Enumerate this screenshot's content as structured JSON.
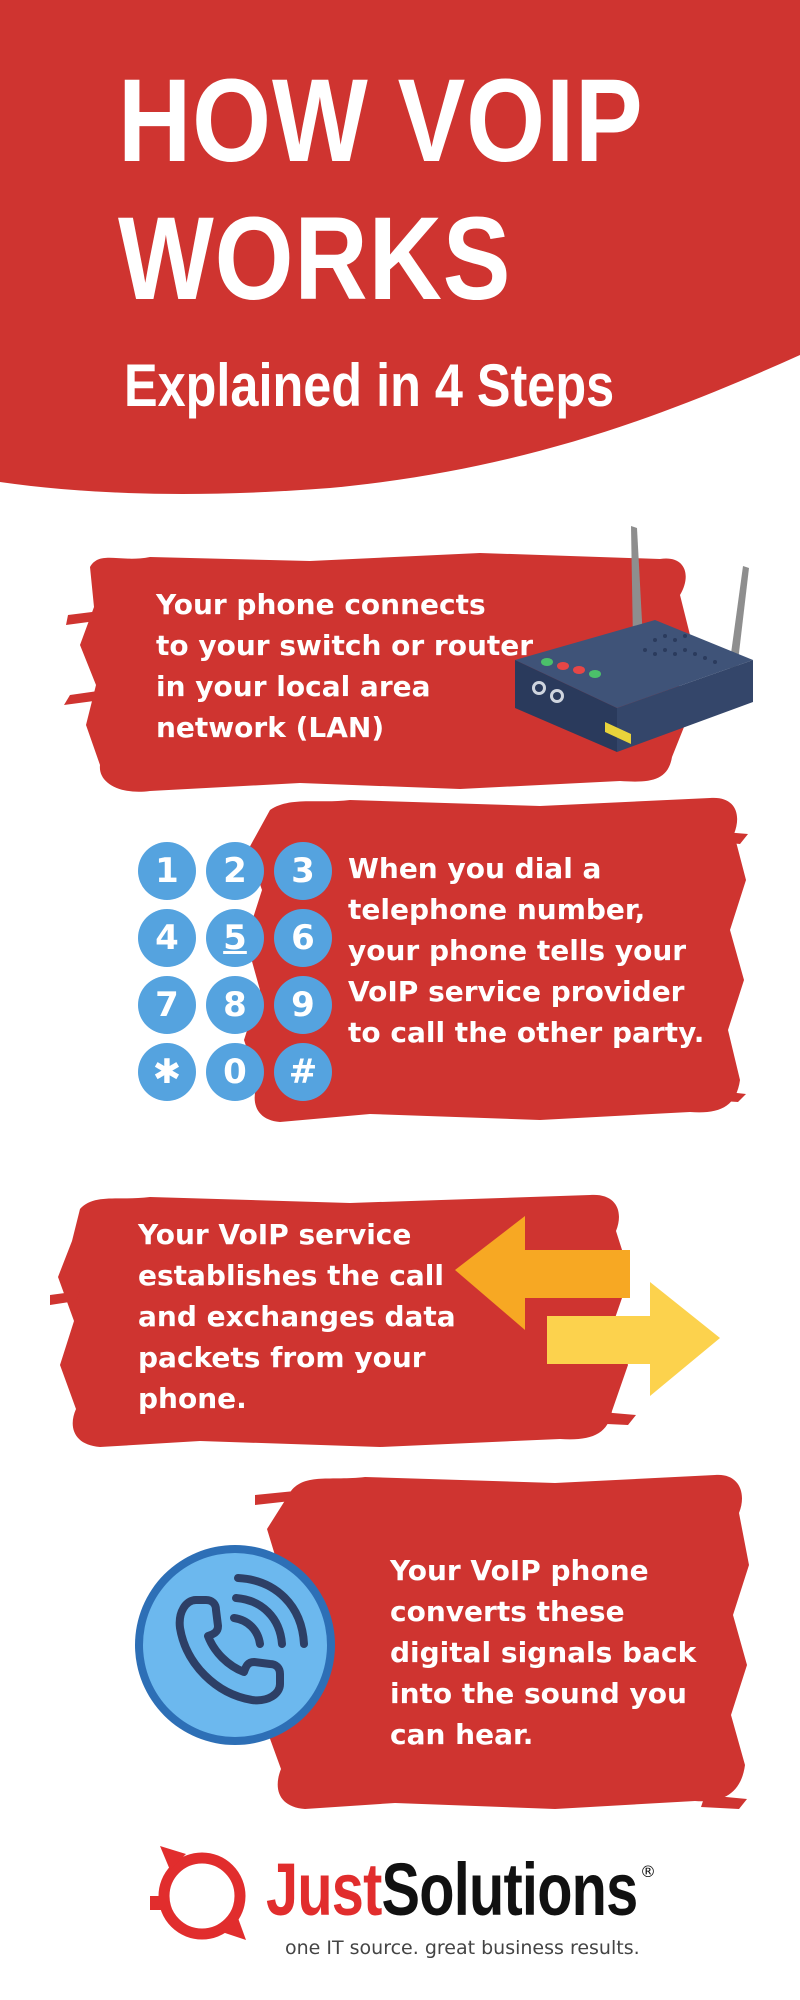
{
  "header": {
    "title_line1": "HOW VOIP",
    "title_line2": "WORKS",
    "subtitle": "Explained in 4 Steps"
  },
  "steps": [
    {
      "text": "Your phone connects\nto your switch or router\nin your local area\nnetwork (LAN)",
      "icon": "router-icon"
    },
    {
      "text": "When you dial a\ntelephone number,\nyour phone tells your\nVoIP service provider\nto call the other party.",
      "icon": "dial-keypad-icon"
    },
    {
      "text": "Your VoIP service\nestablishes the call\nand exchanges data\npackets from your\nphone.",
      "icon": "exchange-arrows-icon"
    },
    {
      "text": "Your VoIP phone\nconverts these\ndigital signals back\ninto the sound you\ncan hear.",
      "icon": "phone-call-icon"
    }
  ],
  "keypad": [
    "1",
    "2",
    "3",
    "4",
    "5",
    "6",
    "7",
    "8",
    "9",
    "✱",
    "0",
    "#"
  ],
  "footer": {
    "brand_part1": "Just",
    "brand_part2": "Solutions",
    "registered": "®",
    "tagline": "one IT source. great business results."
  },
  "colors": {
    "red": "#cf3430",
    "key_blue": "#55a3df",
    "arrow_orange": "#f7a823",
    "arrow_yellow": "#fcd24d",
    "router_body": "#34466a"
  }
}
